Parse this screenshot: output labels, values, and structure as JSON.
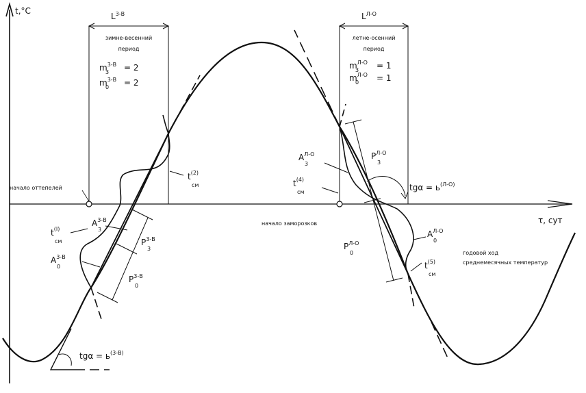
{
  "axes": {
    "y_label": "t,°C",
    "x_label": "τ, сут"
  },
  "periods": {
    "winter_spring": {
      "L_base": "L",
      "L_sup": "3-В",
      "name_line1": "зимне-весенний",
      "name_line2": "период",
      "m3_base": "m",
      "m3_sup": "3-В",
      "m3_sub": "3",
      "m3_value": "= 2",
      "m0_base": "m",
      "m0_sup": "3-В",
      "m0_sub": "0",
      "m0_value": "= 2"
    },
    "summer_autumn": {
      "L_base": "L",
      "L_sup": "Л-О",
      "name_line1": "летне-осенний",
      "name_line2": "период",
      "m3_base": "m",
      "m3_sup": "Л-О",
      "m3_sub": "3",
      "m3_value": "= 1",
      "m0_base": "m",
      "m0_sup": "Л-О",
      "m0_sub": "0",
      "m0_value": "= 1"
    }
  },
  "annotations": {
    "thaw_start": "начало оттепелей",
    "frost_start": "начало заморозков",
    "annual_line1": "годовой ход",
    "annual_line2": "среднемесячных температур",
    "tg_left_text": "tgα = ь",
    "tg_left_sup": "(3-В)",
    "tg_right_text": "tgα = ь",
    "tg_right_sup": "(Л-О)",
    "t_base": "t",
    "t_sub": "см",
    "t1_sup": "(I)",
    "t2_sup": "(2)",
    "t4_sup": "(4)",
    "t5_sup": "(5)",
    "A_base": "A",
    "P_base": "P",
    "ws_sup": "3-В",
    "sa_sup": "Л-О",
    "sub3": "3",
    "sub0": "0"
  }
}
